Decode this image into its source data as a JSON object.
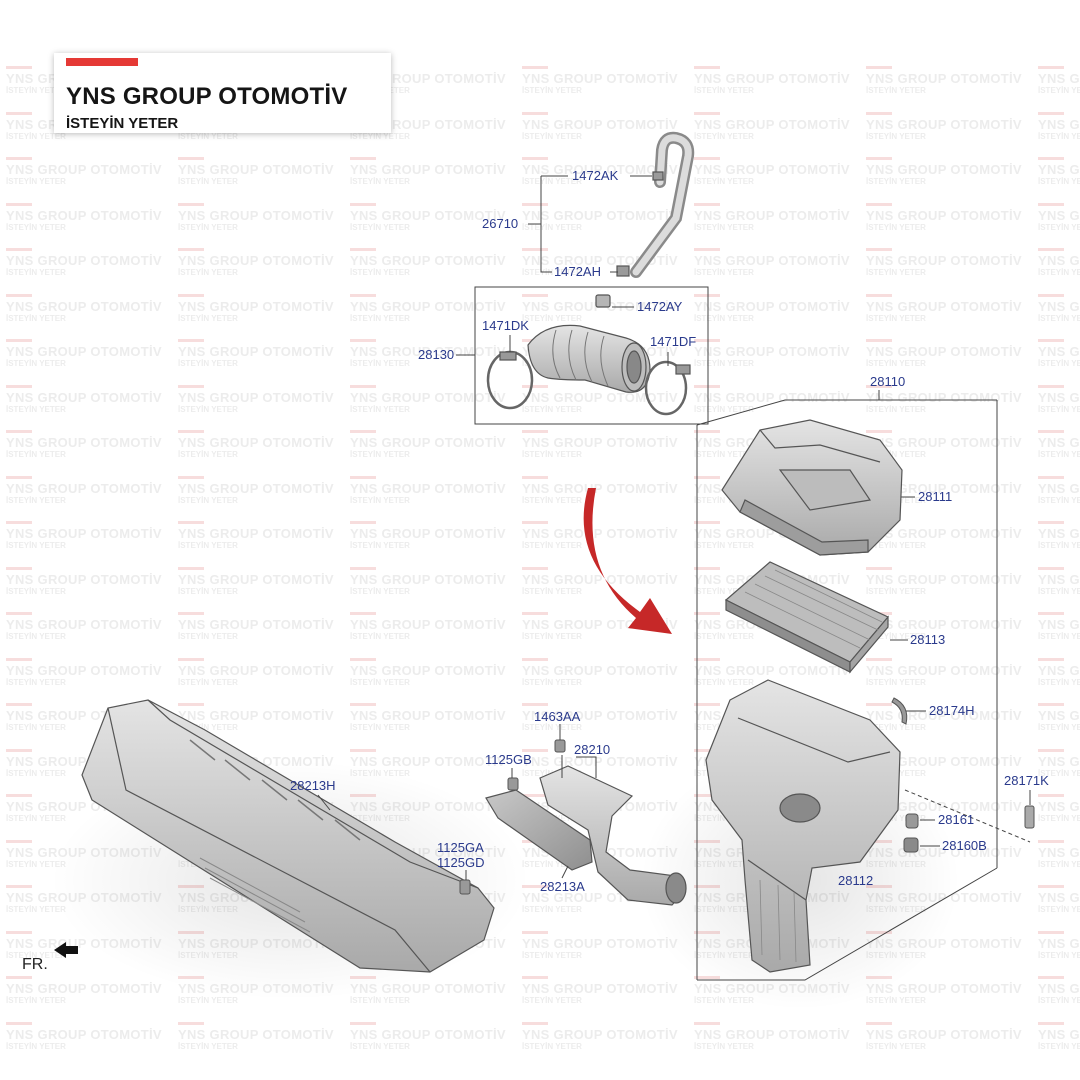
{
  "brand": {
    "title": "YNS GROUP OTOMOTİV",
    "subtitle": "İSTEYİN YETER",
    "accent_color": "#e53935"
  },
  "watermark": {
    "line1": "YNS GROUP OTOMOTİV",
    "line2": "İSTEYİN YETER"
  },
  "orientation": {
    "label": "FR."
  },
  "labels": {
    "p1472AK": "1472AK",
    "p26710": "26710",
    "p1472AH": "1472AH",
    "p1472AY": "1472AY",
    "p1471DK": "1471DK",
    "p28130": "28130",
    "p1471DF": "1471DF",
    "p28110": "28110",
    "p28111": "28111",
    "p28113": "28113",
    "p28174H": "28174H",
    "p28171K": "28171K",
    "p28161": "28161",
    "p28160B": "28160B",
    "p28112": "28112",
    "p1463AA": "1463AA",
    "p28210": "28210",
    "p1125GB": "1125GB",
    "p28213H": "28213H",
    "p1125GA": "1125GA",
    "p1125GD": "1125GD",
    "p28213A": "28213A"
  },
  "colors": {
    "label": "#2a3a8c",
    "arrow": "#c62828",
    "part_fill": "#cfcfcf",
    "part_stroke": "#555555"
  }
}
